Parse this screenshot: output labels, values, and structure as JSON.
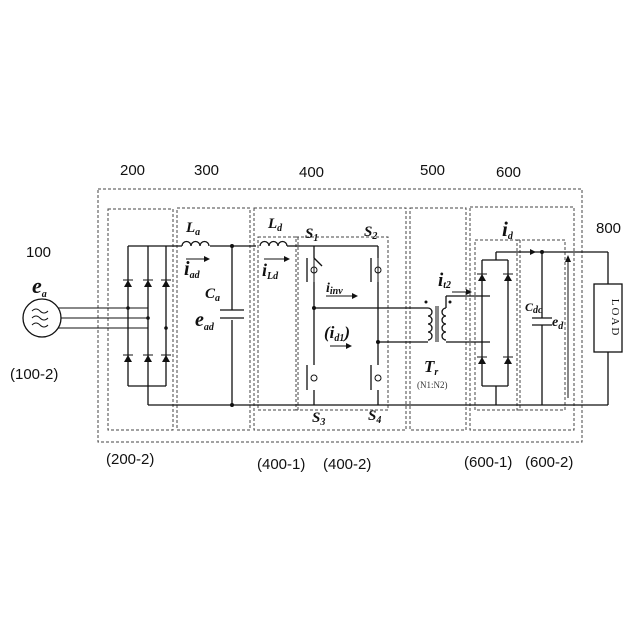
{
  "block_labels": {
    "b100": "100",
    "b200": "200",
    "b300": "300",
    "b400": "400",
    "b500": "500",
    "b600": "600",
    "b800": "800"
  },
  "sub_labels": {
    "s100_2": "(100-2)",
    "s200_2": "(200-2)",
    "s400_1": "(400-1)",
    "s400_2": "(400-2)",
    "s600_1": "(600-1)",
    "s600_2": "(600-2)"
  },
  "symbols": {
    "ea": {
      "main": "e",
      "sub": "a"
    },
    "La": {
      "main": "L",
      "sub": "a"
    },
    "iad": {
      "main": "i",
      "sub": "ad"
    },
    "Ca": {
      "main": "C",
      "sub": "a"
    },
    "ead": {
      "main": "e",
      "sub": "ad"
    },
    "Ld": {
      "main": "L",
      "sub": "d"
    },
    "iLd": {
      "main": "i",
      "sub": "Ld"
    },
    "S1": {
      "main": "S",
      "sub": "1"
    },
    "S2": {
      "main": "S",
      "sub": "2"
    },
    "S3": {
      "main": "S",
      "sub": "3"
    },
    "S4": {
      "main": "S",
      "sub": "4"
    },
    "iinv": {
      "main": "i",
      "sub": "inv"
    },
    "id1": {
      "main": "(i",
      "sub": "d1",
      "tail": ")"
    },
    "it2": {
      "main": "i",
      "sub": "t2"
    },
    "Tr": {
      "main": "T",
      "sub": "r"
    },
    "id": {
      "main": "i",
      "sub": "d"
    },
    "Cdc": {
      "main": "C",
      "sub": "dc"
    },
    "ed": {
      "main": "e",
      "sub": "d"
    }
  },
  "transformer_ratio": "(N1:N2)",
  "load_text": "LOAD"
}
